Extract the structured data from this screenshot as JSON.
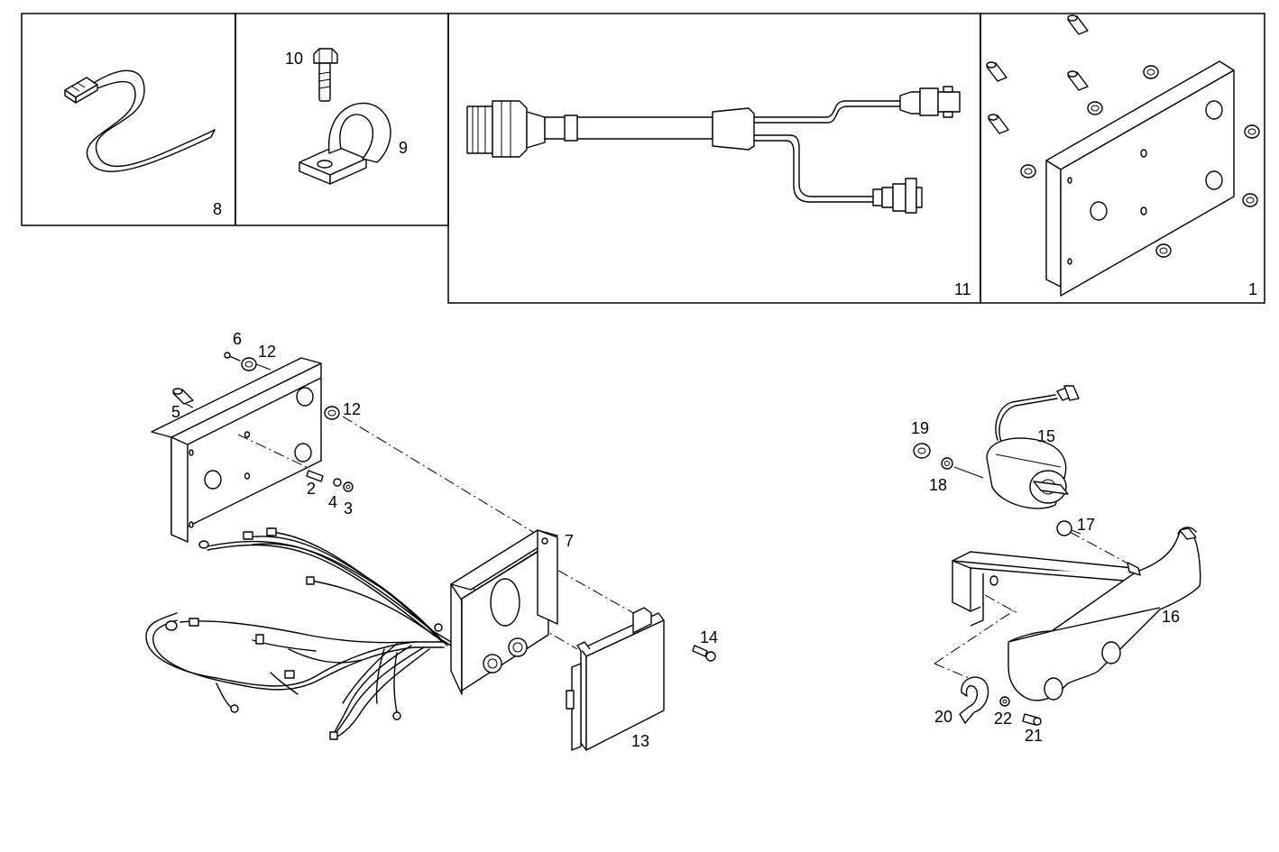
{
  "callouts": [
    {
      "id": "c1",
      "text": "1"
    },
    {
      "id": "c2",
      "text": "2"
    },
    {
      "id": "c3",
      "text": "3"
    },
    {
      "id": "c4",
      "text": "4"
    },
    {
      "id": "c5",
      "text": "5"
    },
    {
      "id": "c6",
      "text": "6"
    },
    {
      "id": "c7",
      "text": "7"
    },
    {
      "id": "c8",
      "text": "8"
    },
    {
      "id": "c9",
      "text": "9"
    },
    {
      "id": "c10",
      "text": "10"
    },
    {
      "id": "c11",
      "text": "11"
    },
    {
      "id": "c12a",
      "text": "12"
    },
    {
      "id": "c12b",
      "text": "12"
    },
    {
      "id": "c13",
      "text": "13"
    },
    {
      "id": "c14",
      "text": "14"
    },
    {
      "id": "c15",
      "text": "15"
    },
    {
      "id": "c16",
      "text": "16"
    },
    {
      "id": "c17",
      "text": "17"
    },
    {
      "id": "c18",
      "text": "18"
    },
    {
      "id": "c19",
      "text": "19"
    },
    {
      "id": "c20",
      "text": "20"
    },
    {
      "id": "c21",
      "text": "21"
    },
    {
      "id": "c22",
      "text": "22"
    }
  ]
}
